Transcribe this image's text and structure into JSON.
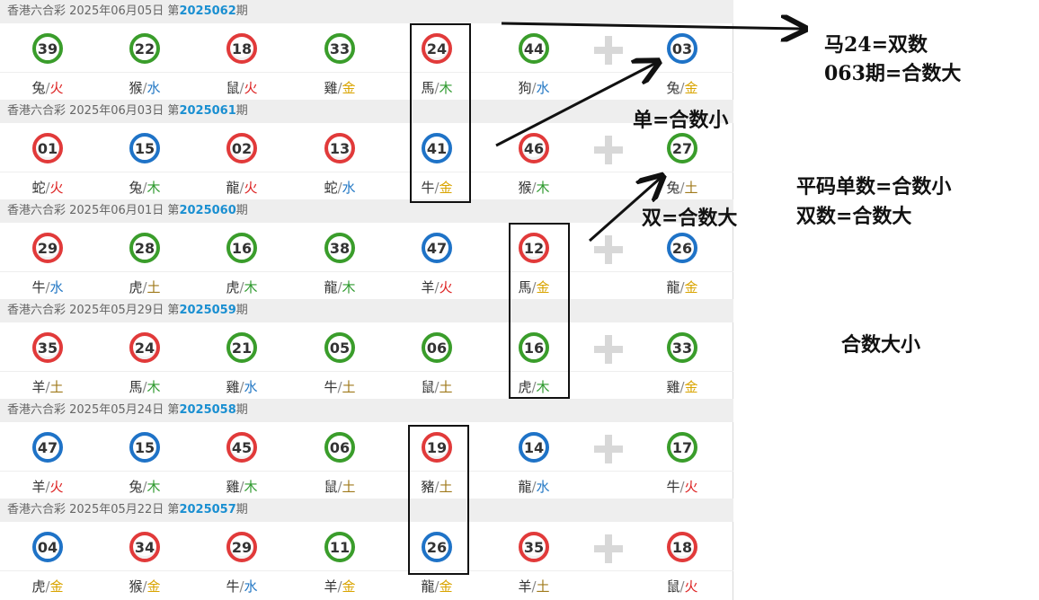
{
  "draws": [
    {
      "header": "香港六合彩 2025年06月05日 第",
      "issue": "2025062",
      "suffix": "期",
      "balls": [
        [
          "39",
          "green",
          "兔",
          "火"
        ],
        [
          "22",
          "green",
          "猴",
          "水"
        ],
        [
          "18",
          "red",
          "鼠",
          "火"
        ],
        [
          "33",
          "green",
          "雞",
          "金"
        ],
        [
          "24",
          "red",
          "馬",
          "木"
        ],
        [
          "44",
          "green",
          "狗",
          "水"
        ]
      ],
      "special": [
        "03",
        "blue",
        "兔",
        "金"
      ]
    },
    {
      "header": "香港六合彩 2025年06月03日 第",
      "issue": "2025061",
      "suffix": "期",
      "balls": [
        [
          "01",
          "red",
          "蛇",
          "火"
        ],
        [
          "15",
          "blue",
          "兔",
          "木"
        ],
        [
          "02",
          "red",
          "龍",
          "火"
        ],
        [
          "13",
          "red",
          "蛇",
          "水"
        ],
        [
          "41",
          "blue",
          "牛",
          "金"
        ],
        [
          "46",
          "red",
          "猴",
          "木"
        ]
      ],
      "special": [
        "27",
        "green",
        "兔",
        "土"
      ]
    },
    {
      "header": "香港六合彩 2025年06月01日 第",
      "issue": "2025060",
      "suffix": "期",
      "balls": [
        [
          "29",
          "red",
          "牛",
          "水"
        ],
        [
          "28",
          "green",
          "虎",
          "土"
        ],
        [
          "16",
          "green",
          "虎",
          "木"
        ],
        [
          "38",
          "green",
          "龍",
          "木"
        ],
        [
          "47",
          "blue",
          "羊",
          "火"
        ],
        [
          "12",
          "red",
          "馬",
          "金"
        ]
      ],
      "special": [
        "26",
        "blue",
        "龍",
        "金"
      ]
    },
    {
      "header": "香港六合彩 2025年05月29日 第",
      "issue": "2025059",
      "suffix": "期",
      "balls": [
        [
          "35",
          "red",
          "羊",
          "土"
        ],
        [
          "24",
          "red",
          "馬",
          "木"
        ],
        [
          "21",
          "green",
          "雞",
          "水"
        ],
        [
          "05",
          "green",
          "牛",
          "土"
        ],
        [
          "06",
          "green",
          "鼠",
          "土"
        ],
        [
          "16",
          "green",
          "虎",
          "木"
        ]
      ],
      "special": [
        "33",
        "green",
        "雞",
        "金"
      ]
    },
    {
      "header": "香港六合彩 2025年05月24日 第",
      "issue": "2025058",
      "suffix": "期",
      "balls": [
        [
          "47",
          "blue",
          "羊",
          "火"
        ],
        [
          "15",
          "blue",
          "兔",
          "木"
        ],
        [
          "45",
          "red",
          "雞",
          "木"
        ],
        [
          "06",
          "green",
          "鼠",
          "土"
        ],
        [
          "19",
          "red",
          "豬",
          "土"
        ],
        [
          "14",
          "blue",
          "龍",
          "水"
        ]
      ],
      "special": [
        "17",
        "green",
        "牛",
        "火"
      ]
    },
    {
      "header": "香港六合彩 2025年05月22日 第",
      "issue": "2025057",
      "suffix": "期",
      "balls": [
        [
          "04",
          "blue",
          "虎",
          "金"
        ],
        [
          "34",
          "red",
          "猴",
          "金"
        ],
        [
          "29",
          "red",
          "牛",
          "水"
        ],
        [
          "11",
          "green",
          "羊",
          "金"
        ],
        [
          "26",
          "blue",
          "龍",
          "金"
        ],
        [
          "35",
          "red",
          "羊",
          "土"
        ]
      ],
      "special": [
        "18",
        "red",
        "鼠",
        "火"
      ]
    }
  ],
  "notes": {
    "n1": "马24=双数",
    "n2": "063期=合数大",
    "n3": "单=合数小",
    "n4": "平码单数=合数小",
    "n5": "双数=合数大",
    "n6": "双=合数大",
    "n7": "合数大小"
  },
  "colors": {
    "red": "#e13a3a",
    "green": "#3a9d2b",
    "blue": "#1f73c7"
  }
}
